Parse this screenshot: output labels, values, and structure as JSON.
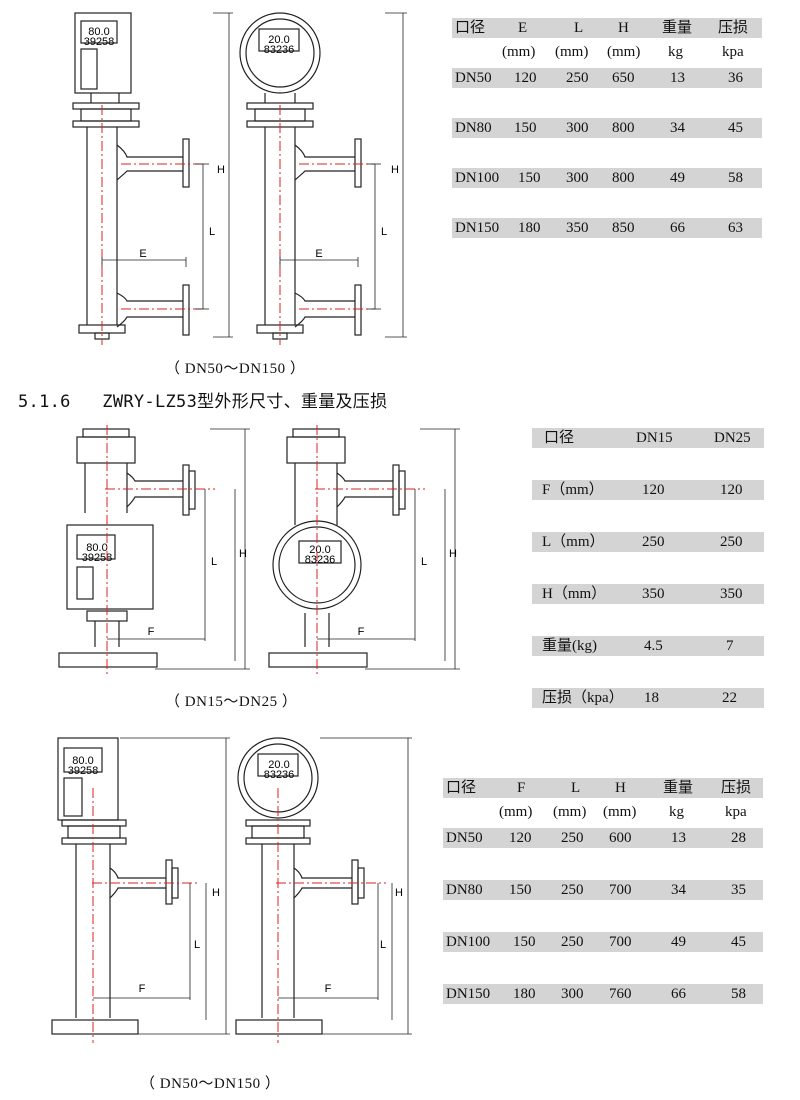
{
  "section": {
    "number": "5.1.6",
    "title": "ZWRY-LZ53型外形尺寸、重量及压损"
  },
  "captions": {
    "fig1": "（ DN50～DN150 ）",
    "fig2": "（ DN15～DN25 ）",
    "fig3": "（ DN50～DN150 ）"
  },
  "dimension_labels": {
    "E": "E",
    "F": "F",
    "L": "L",
    "H": "H"
  },
  "display": {
    "top_value": "20.0",
    "bottom_value": "83236",
    "square_top": "80.0",
    "square_bottom": "39258"
  },
  "table1": {
    "header": [
      "口径",
      "E",
      "L",
      "H",
      "重量",
      "压损"
    ],
    "units": [
      "",
      "(mm)",
      "(mm)",
      "(mm)",
      "kg",
      "kpa"
    ],
    "rows": [
      [
        "DN50",
        "120",
        "250",
        "650",
        "13",
        "36"
      ],
      [
        "DN80",
        "150",
        "300",
        "800",
        "34",
        "45"
      ],
      [
        "DN100",
        "150",
        "300",
        "800",
        "49",
        "58"
      ],
      [
        "DN150",
        "180",
        "350",
        "850",
        "66",
        "63"
      ]
    ]
  },
  "table2": {
    "header": [
      "口径",
      "DN15",
      "DN25"
    ],
    "rows": [
      [
        "F（mm）",
        "120",
        "120"
      ],
      [
        "L（mm）",
        "250",
        "250"
      ],
      [
        "H（mm）",
        "350",
        "350"
      ],
      [
        "重量(kg)",
        "4.5",
        "7"
      ],
      [
        "压损（kpa）",
        "18",
        "22"
      ]
    ]
  },
  "table3": {
    "header": [
      "口径",
      "F",
      "L",
      "H",
      "重量",
      "压损"
    ],
    "units": [
      "",
      "(mm)",
      "(mm)",
      "(mm)",
      "kg",
      "kpa"
    ],
    "rows": [
      [
        "DN50",
        "120",
        "250",
        "600",
        "13",
        "28"
      ],
      [
        "DN80",
        "150",
        "250",
        "700",
        "34",
        "35"
      ],
      [
        "DN100",
        "150",
        "250",
        "700",
        "49",
        "45"
      ],
      [
        "DN150",
        "180",
        "300",
        "760",
        "66",
        "58"
      ]
    ]
  }
}
